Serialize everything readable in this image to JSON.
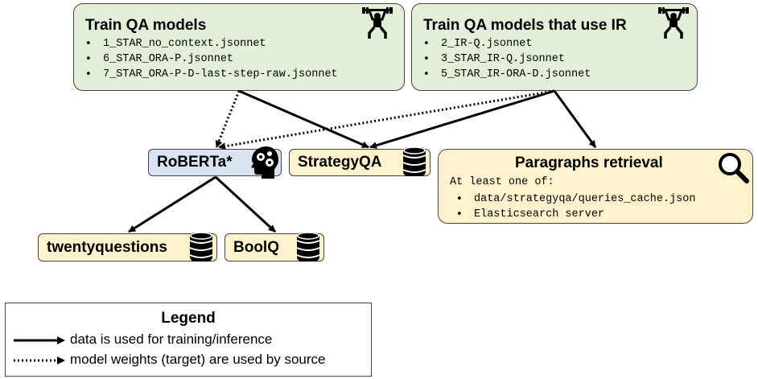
{
  "train_qa": {
    "title": "Train QA models",
    "icon": "weightlifter-icon",
    "files": [
      "1_STAR_no_context.jsonnet",
      "6_STAR_ORA-P.jsonnet",
      "7_STAR_ORA-P-D-last-step-raw.jsonnet"
    ]
  },
  "train_qa_ir": {
    "title": "Train QA models that use IR",
    "icon": "weightlifter-icon",
    "files": [
      "2_IR-Q.jsonnet",
      "3_STAR_IR-Q.jsonnet",
      "5_STAR_IR-ORA-D.jsonnet"
    ]
  },
  "roberta": {
    "label": "RoBERTa*",
    "icon": "brain-gears-icon"
  },
  "strategyqa": {
    "label": "StrategyQA",
    "icon": "database-icon"
  },
  "retrieval": {
    "title": "Paragraphs retrieval",
    "icon": "magnifier-icon",
    "intro": "At least one of:",
    "items": [
      "data/strategyqa/queries_cache.json",
      "Elasticsearch server"
    ]
  },
  "twentyquestions": {
    "label": "twentyquestions",
    "icon": "database-icon"
  },
  "boolq": {
    "label": "BoolQ",
    "icon": "database-icon"
  },
  "legend": {
    "title": "Legend",
    "solid": "data is used for training/inference",
    "dotted": "model weights (target) are used by source"
  },
  "colors": {
    "green": "#e2efd9",
    "yellow": "#fff2cc",
    "blue": "#dae3f3"
  }
}
